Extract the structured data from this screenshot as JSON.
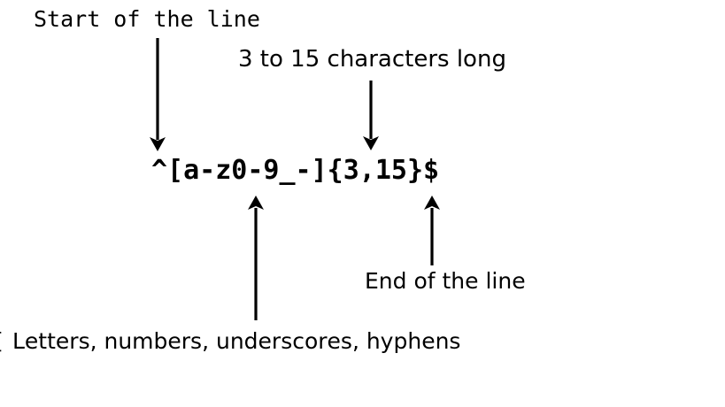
{
  "page": {
    "background": "#ffffff",
    "ink": "#000000"
  },
  "diagram": {
    "regex": "^[a-z0-9_-]{3,15}$",
    "annotations": [
      {
        "id": "start",
        "label": "Start of the line",
        "target": "^",
        "arrow_direction": "down"
      },
      {
        "id": "length",
        "label": "3 to 15 characters long",
        "target": "{3,15}",
        "arrow_direction": "down"
      },
      {
        "id": "charset",
        "label": "Letters, numbers, underscores, hyphens",
        "target": "[a-z0-9_-]",
        "arrow_direction": "up"
      },
      {
        "id": "end",
        "label": "End of the line",
        "target": "$",
        "arrow_direction": "up"
      }
    ],
    "clipped_edge_glyph": "["
  }
}
